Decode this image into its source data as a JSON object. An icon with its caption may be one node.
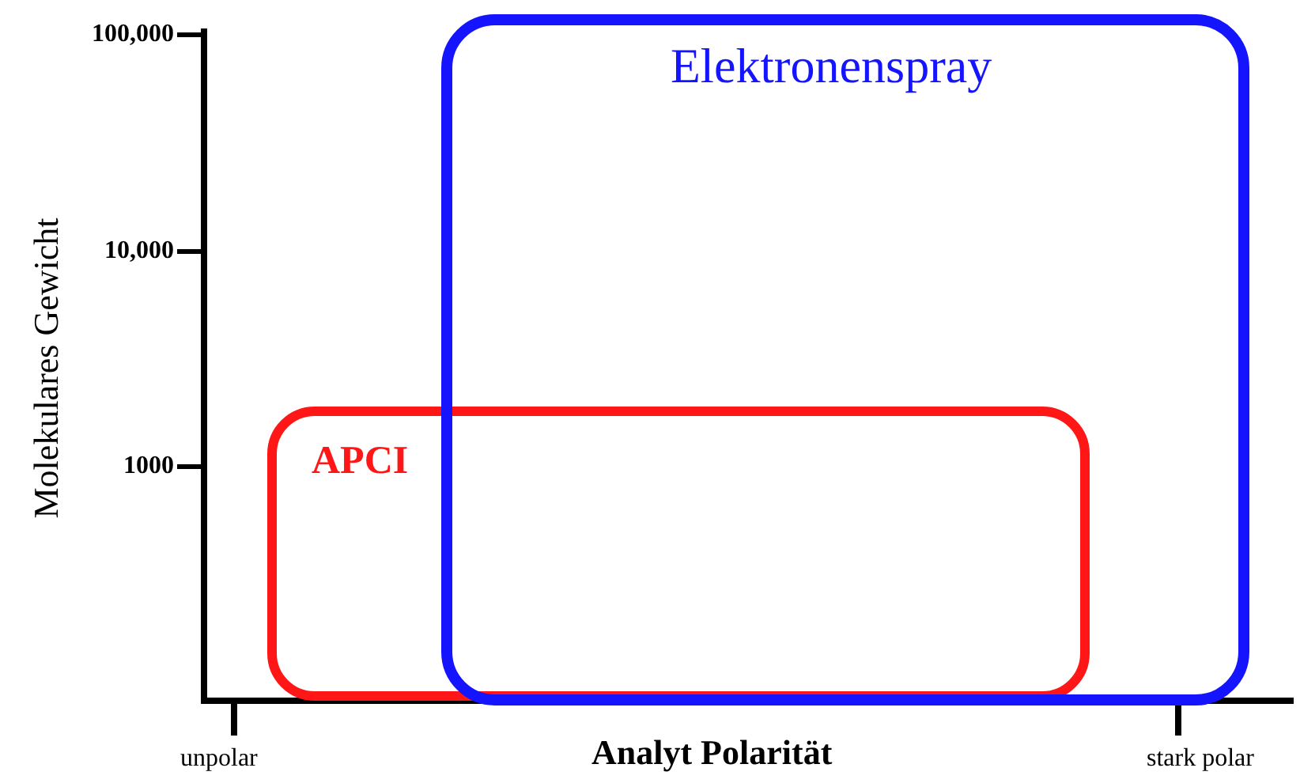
{
  "diagram": {
    "nodes": [
      {
        "text": [
          "Elektronenspray"
        ]
      },
      {
        "text": [
          "APCI"
        ]
      }
    ],
    "edges": [],
    "labels": [
      "100,000",
      "10,000",
      "1000",
      "Molekulares Gewicht",
      "unpolar",
      "Analyt Polarität",
      "stark polar"
    ]
  }
}
